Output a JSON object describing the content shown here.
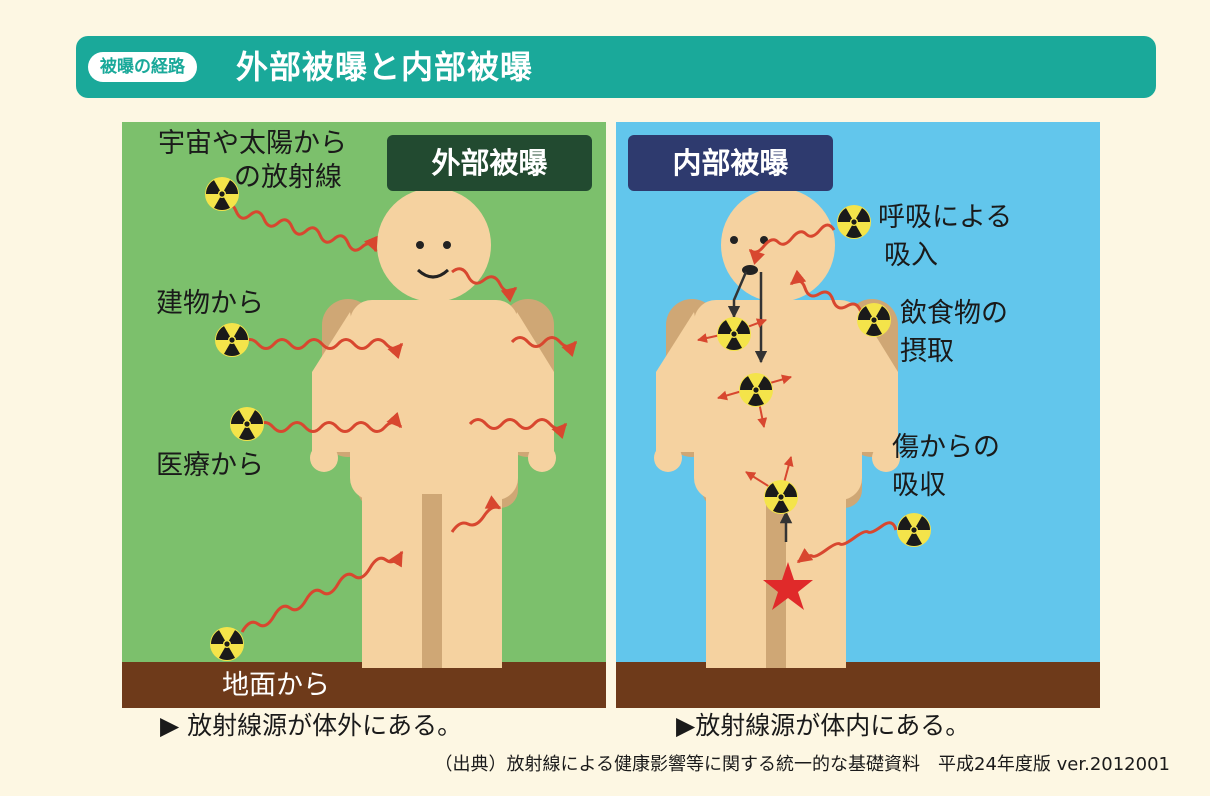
{
  "header": {
    "badge": "被曝の経路",
    "title": "外部被曝と内部被曝"
  },
  "external": {
    "label": "外部被曝",
    "sources": {
      "space_line1": "宇宙や太陽から",
      "space_line2": "の放射線",
      "building": "建物から",
      "medical": "医療から",
      "ground": "地面から"
    },
    "caption": "▶ 放射線源が体外にある。"
  },
  "internal": {
    "label": "内部被曝",
    "sources": {
      "inhale_line1": "呼吸による",
      "inhale_line2": "吸入",
      "ingest_line1": "飲食物の",
      "ingest_line2": "摂取",
      "wound_line1": "傷からの",
      "wound_line2": "吸収"
    },
    "caption": "▶放射線源が体内にある。"
  },
  "source_note": "（出典）放射線による健康影響等に関する統一的な基礎資料　平成24年度版 ver.2012001",
  "colors": {
    "teal": "#1aa99a",
    "green_panel": "#7cc06c",
    "blue_panel": "#62c6ec",
    "ground": "#6e3a1a",
    "body": "#f5d2a0",
    "radiation_wave": "#d8472f",
    "external_label_bg": "#224a30",
    "internal_label_bg": "#2e3a6e"
  },
  "icons": [
    "radiation-trefoil-icon",
    "wavy-arrow-icon",
    "wound-star-icon"
  ]
}
